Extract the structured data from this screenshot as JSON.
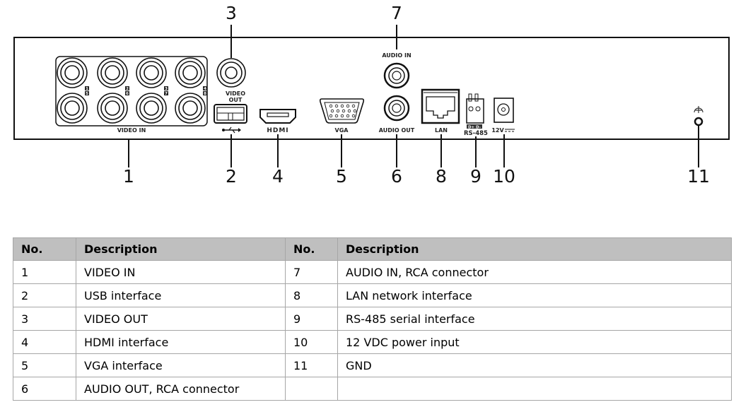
{
  "panel": {
    "labels": {
      "video_in": "VIDEO IN",
      "video_out_line1": "VIDEO",
      "video_out_line2": "OUT",
      "hdmi": "HDMI",
      "vga": "VGA",
      "audio_in": "AUDIO IN",
      "audio_out": "AUDIO OUT",
      "lan": "LAN",
      "rs485_pins": "D+ D-",
      "rs485": "RS-485",
      "power": "12V"
    },
    "channel_badges": [
      "1",
      "2",
      "3",
      "4",
      "5",
      "6",
      "7",
      "8"
    ],
    "icons": [
      "bnc-connector-icon",
      "usb-icon",
      "hdmi-port-icon",
      "vga-port-icon",
      "rca-jack-icon",
      "rj45-port-icon",
      "terminal-block-icon",
      "dc-jack-icon",
      "ground-icon"
    ]
  },
  "callouts": [
    "1",
    "2",
    "3",
    "4",
    "5",
    "6",
    "7",
    "8",
    "9",
    "10",
    "11"
  ],
  "table": {
    "headers": [
      "No.",
      "Description",
      "No.",
      "Description"
    ],
    "rows": [
      [
        "1",
        "VIDEO IN",
        "7",
        "AUDIO IN, RCA connector"
      ],
      [
        "2",
        "USB interface",
        "8",
        "LAN network interface"
      ],
      [
        "3",
        "VIDEO OUT",
        "9",
        "RS-485 serial interface"
      ],
      [
        "4",
        "HDMI interface",
        "10",
        "12 VDC power input"
      ],
      [
        "5",
        "VGA interface",
        "11",
        "GND"
      ],
      [
        "6",
        "AUDIO OUT, RCA connector",
        "",
        ""
      ]
    ]
  }
}
